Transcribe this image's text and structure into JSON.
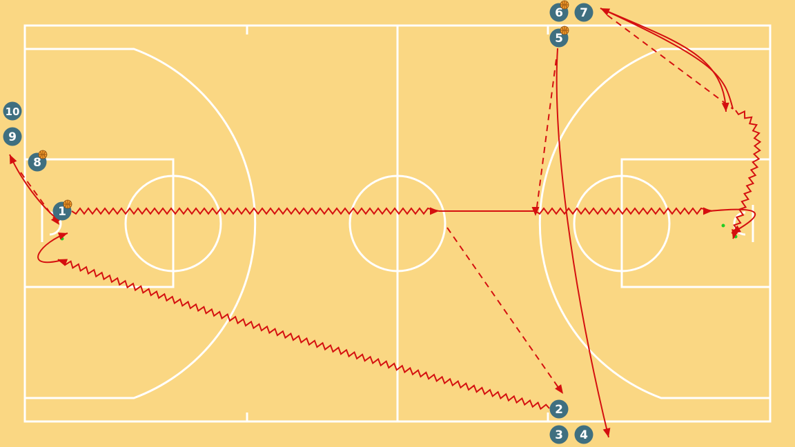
{
  "diagram": {
    "players": [
      {
        "label": "1",
        "ball": true
      },
      {
        "label": "2",
        "ball": false
      },
      {
        "label": "3",
        "ball": false
      },
      {
        "label": "4",
        "ball": false
      },
      {
        "label": "5",
        "ball": true
      },
      {
        "label": "6",
        "ball": true
      },
      {
        "label": "7",
        "ball": false
      },
      {
        "label": "8",
        "ball": true
      },
      {
        "label": "9",
        "ball": false
      },
      {
        "label": "10",
        "ball": false
      }
    ],
    "colors": {
      "court": "#fad783",
      "court_lines": "#ffffff",
      "player_disc": "#3f6f80",
      "action_lines": "#d40f0f",
      "cone_marker": "#22cc22"
    },
    "line_styles": [
      "solid-move",
      "dashed-pass",
      "zigzag-dribble"
    ]
  }
}
